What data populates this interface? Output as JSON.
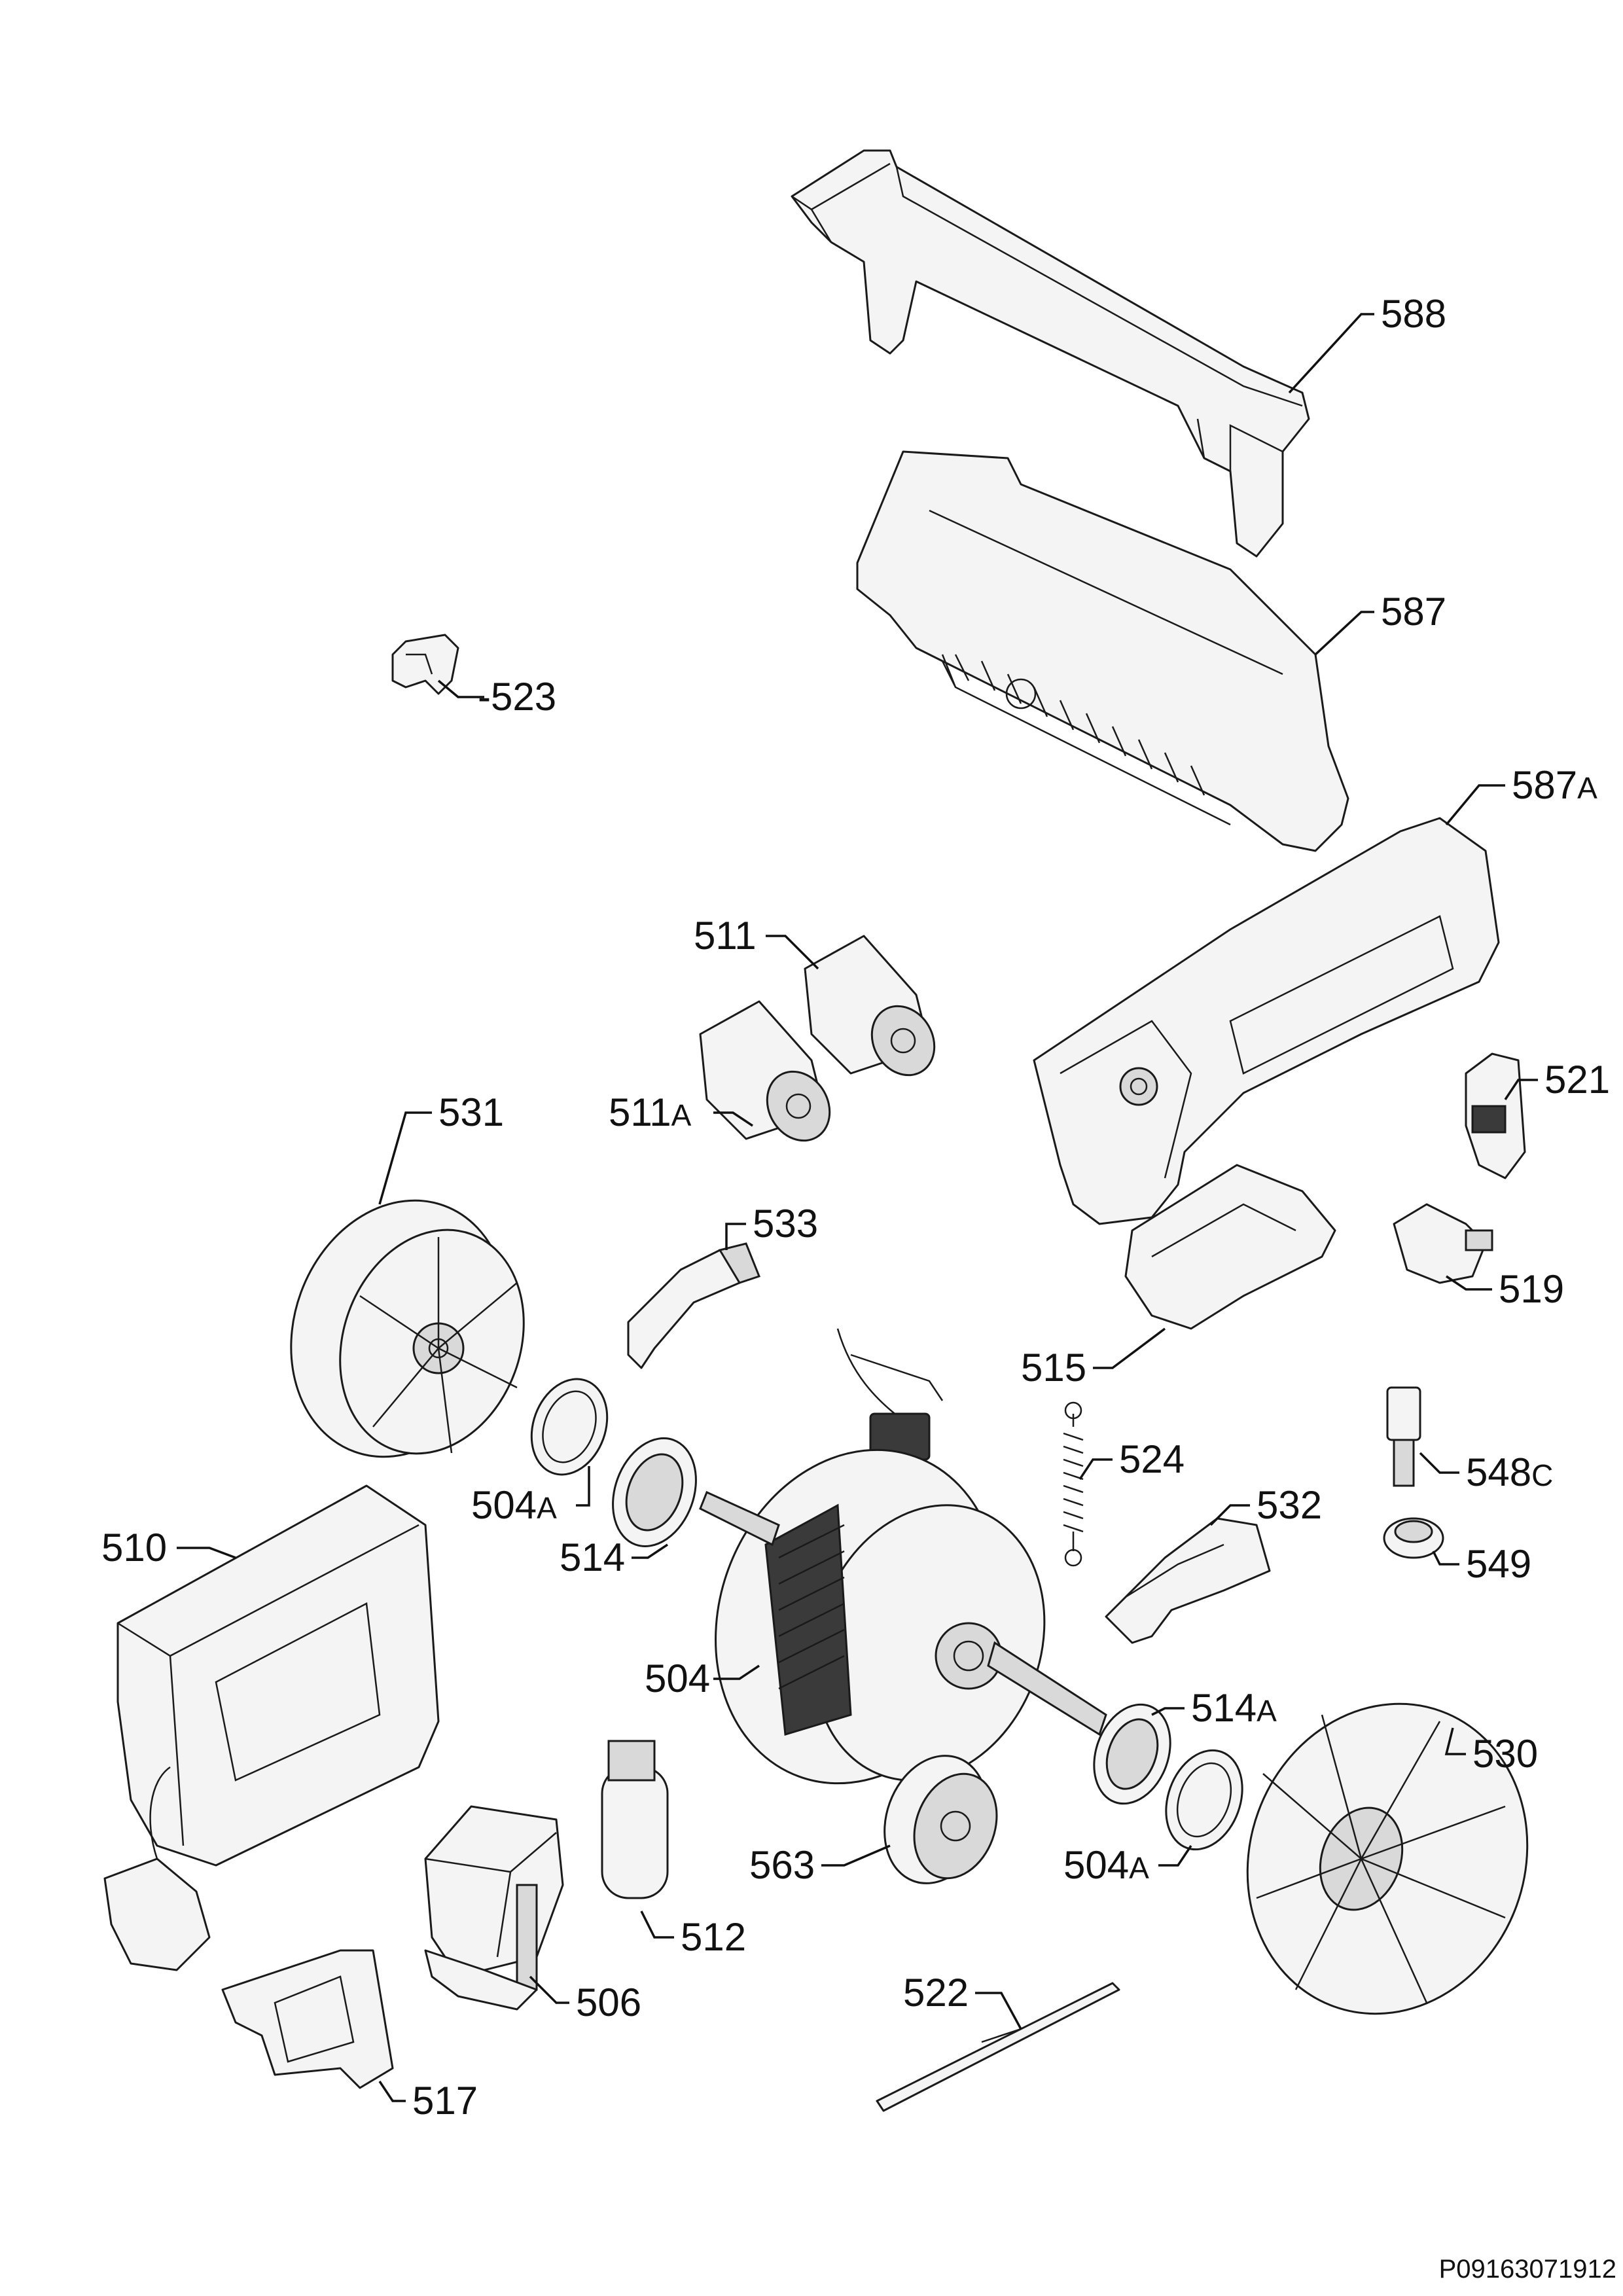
{
  "diagram": {
    "reference_code": "P09163071912",
    "callouts": [
      {
        "id": "588",
        "num": "588",
        "suffix": ""
      },
      {
        "id": "587",
        "num": "587",
        "suffix": ""
      },
      {
        "id": "587a",
        "num": "587",
        "suffix": "A"
      },
      {
        "id": "523",
        "num": "-523",
        "suffix": ""
      },
      {
        "id": "511",
        "num": "511",
        "suffix": ""
      },
      {
        "id": "511a",
        "num": "511",
        "suffix": "A"
      },
      {
        "id": "521",
        "num": "521",
        "suffix": ""
      },
      {
        "id": "531",
        "num": "531",
        "suffix": ""
      },
      {
        "id": "533",
        "num": "533",
        "suffix": ""
      },
      {
        "id": "519",
        "num": "519",
        "suffix": ""
      },
      {
        "id": "515",
        "num": "515",
        "suffix": ""
      },
      {
        "id": "524",
        "num": "524",
        "suffix": ""
      },
      {
        "id": "548c",
        "num": "548",
        "suffix": "C"
      },
      {
        "id": "504a-left",
        "num": "504",
        "suffix": "A"
      },
      {
        "id": "510",
        "num": "510",
        "suffix": ""
      },
      {
        "id": "532",
        "num": "532",
        "suffix": ""
      },
      {
        "id": "514",
        "num": "514",
        "suffix": ""
      },
      {
        "id": "549",
        "num": "549",
        "suffix": ""
      },
      {
        "id": "504",
        "num": "504",
        "suffix": ""
      },
      {
        "id": "514a",
        "num": "514",
        "suffix": "A"
      },
      {
        "id": "530",
        "num": "530",
        "suffix": ""
      },
      {
        "id": "563",
        "num": "563",
        "suffix": ""
      },
      {
        "id": "504a-right",
        "num": "504",
        "suffix": "A"
      },
      {
        "id": "512",
        "num": "512",
        "suffix": ""
      },
      {
        "id": "506",
        "num": "506",
        "suffix": ""
      },
      {
        "id": "522",
        "num": "522",
        "suffix": ""
      },
      {
        "id": "517",
        "num": "517",
        "suffix": ""
      }
    ]
  }
}
